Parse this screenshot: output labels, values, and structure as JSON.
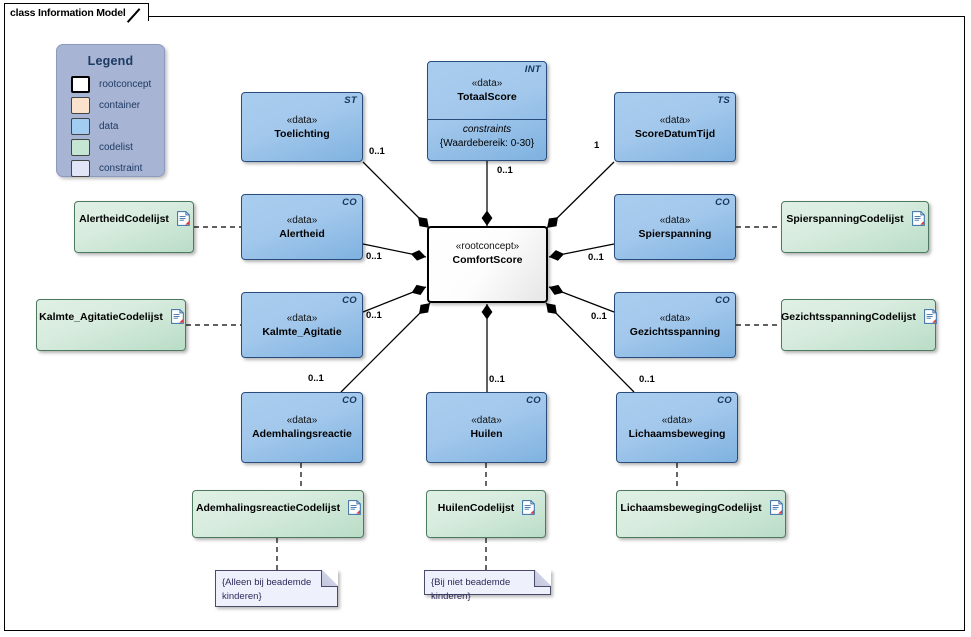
{
  "diagram": {
    "title": "class Information Model",
    "background": "#ffffff",
    "border_color": "#000000"
  },
  "legend": {
    "title": "Legend",
    "items": [
      {
        "label": "rootconcept",
        "color": "#ffffff"
      },
      {
        "label": "container",
        "color": "#fae2cc"
      },
      {
        "label": "data",
        "color": "#a3cdf0"
      },
      {
        "label": "codelist",
        "color": "#c5e6d2"
      },
      {
        "label": "constraint",
        "color": "#e1e3f7"
      }
    ]
  },
  "root": {
    "stereotype": "«rootconcept»",
    "name": "ComfortScore"
  },
  "classes": [
    {
      "id": "toelichting",
      "stereotype": "«data»",
      "name": "Toelichting",
      "tag": "ST"
    },
    {
      "id": "totaalscore",
      "stereotype": "«data»",
      "name": "TotaalScore",
      "tag": "INT",
      "compartment": {
        "label": "constraints",
        "value": "{Waardebereik: 0-30}"
      }
    },
    {
      "id": "scoredatumtijd",
      "stereotype": "«data»",
      "name": "ScoreDatumTijd",
      "tag": "TS"
    },
    {
      "id": "alertheid",
      "stereotype": "«data»",
      "name": "Alertheid",
      "tag": "CO"
    },
    {
      "id": "spierspanning",
      "stereotype": "«data»",
      "name": "Spierspanning",
      "tag": "CO"
    },
    {
      "id": "kalmte_agitatie",
      "stereotype": "«data»",
      "name": "Kalmte_Agitatie",
      "tag": "CO"
    },
    {
      "id": "gezichtsspanning",
      "stereotype": "«data»",
      "name": "Gezichtsspanning",
      "tag": "CO"
    },
    {
      "id": "ademhalingsreactie",
      "stereotype": "«data»",
      "name": "Ademhalingsreactie",
      "tag": "CO"
    },
    {
      "id": "huilen",
      "stereotype": "«data»",
      "name": "Huilen",
      "tag": "CO"
    },
    {
      "id": "lichaamsbeweging",
      "stereotype": "«data»",
      "name": "Lichaamsbeweging",
      "tag": "CO"
    }
  ],
  "codelists": [
    {
      "id": "alertheidcodelijst",
      "name": "AlertheidCodelijst",
      "icon": "document-icon"
    },
    {
      "id": "spierspanningcodelijst",
      "name": "SpierspanningCodelijst",
      "icon": "document-icon"
    },
    {
      "id": "kalmte_agitatiecodelijst",
      "name": "Kalmte_AgitatieCodelijst",
      "icon": "document-icon"
    },
    {
      "id": "gezichtsspanningcodelijst",
      "name": "GezichtsspanningCodelijst",
      "icon": "document-icon"
    },
    {
      "id": "ademhalingsreactiecodelijst",
      "name": "AdemhalingsreactieCodelijst",
      "icon": "document-icon"
    },
    {
      "id": "huilencodelijst",
      "name": "HuilenCodelijst",
      "icon": "document-icon"
    },
    {
      "id": "lichaamsbewegingcodelijst",
      "name": "LichaamsbewegingCodelijst",
      "icon": "document-icon"
    }
  ],
  "notes": [
    {
      "id": "note-ademhaling",
      "text": "{Alleen bij beademde kinderen}"
    },
    {
      "id": "note-huilen",
      "text": "{Bij niet beademde kinderen}"
    }
  ],
  "multiplicities": [
    {
      "id": "m-toelichting",
      "value": "0..1"
    },
    {
      "id": "m-totaalscore",
      "value": "0..1"
    },
    {
      "id": "m-scoredatumtijd",
      "value": "1"
    },
    {
      "id": "m-alertheid",
      "value": "0..1"
    },
    {
      "id": "m-spierspanning",
      "value": "0..1"
    },
    {
      "id": "m-kalmte",
      "value": "0..1"
    },
    {
      "id": "m-gezichtsspanning",
      "value": "0..1"
    },
    {
      "id": "m-ademhalingsreactie",
      "value": "0..1"
    },
    {
      "id": "m-huilen",
      "value": "0..1"
    },
    {
      "id": "m-lichaamsbeweging",
      "value": "0..1"
    }
  ]
}
